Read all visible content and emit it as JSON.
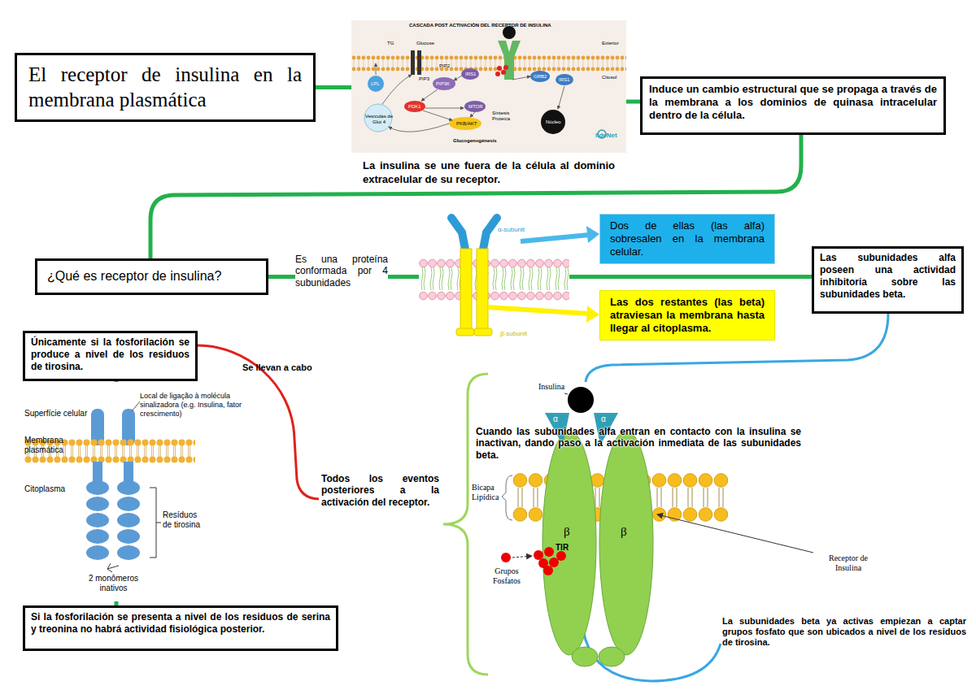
{
  "diagram": {
    "nodes": [
      {
        "text": [
          "El receptor de insulina en la membrana plasmática"
        ]
      },
      {
        "text": [
          "La insulina se une fuera de la célula al dominio extracelular de su receptor."
        ]
      },
      {
        "text": [
          "Induce un cambio estructural que se propaga a través de la membrana a los dominios de quinasa intracelular dentro de la célula."
        ]
      },
      {
        "text": [
          "¿Qué es receptor de insulina?"
        ]
      },
      {
        "text": [
          "Dos de ellas (las alfa) sobresalen en la membrana celular."
        ]
      },
      {
        "text": [
          "Las dos restantes (las beta) atraviesan la membrana hasta llegar al citoplasma."
        ]
      },
      {
        "text": [
          "Las subunidades alfa poseen una actividad inhibitoria sobre las subunidades beta."
        ]
      },
      {
        "text": [
          "Únicamente si la fosforilación se produce a nivel de los residuos de tirosina."
        ]
      },
      {
        "text": [
          "Si la fosforilación se presenta a nivel de los residuos de serina y treonina no habrá actividad fisiológica posterior."
        ]
      }
    ],
    "edges": [
      {
        "from": 0,
        "to": 1,
        "arrow": "none"
      },
      {
        "from": 1,
        "to": 2,
        "arrow": "none"
      },
      {
        "from": 2,
        "to": 3,
        "arrow": "none"
      },
      {
        "from": 3,
        "to": 6,
        "arrow": "none"
      },
      {
        "from": 7,
        "to": 8,
        "arrow": "none"
      }
    ],
    "labels": [
      "CASCADA POST ACTIVACIÓN DEL RECEPTOR DE INSULINA",
      "TG",
      "Glucose",
      "Exterior",
      "LPL",
      "PIP2",
      "PIP3",
      "PIP3K",
      "IRS1",
      "GRB2",
      "IRS1",
      "Citosol",
      "PDK1",
      "MTOR",
      "Síntesis Proteica",
      "Vesículas de Glut 4",
      "PKB/AKT",
      "Núcleo",
      "lideNet",
      "Glucogenogénesis",
      "Es una proteína conformada por 4 subunidades",
      "α-subunit",
      "β-subunit",
      "Se llevan a cabo",
      "Superfície celular",
      "Local de ligação à molécula sinalizadora (e.g. Insulina, fator crescimento)",
      "Membrana plasmática",
      "Citoplasma",
      "Resíduos de tirosina",
      "2 monômeros inativos",
      "Todos los eventos posteriores a la activación del receptor.",
      "Cuando las subunidades alfa entran en contacto con la insulina se inactivan, dando paso a la activación inmediata de las subunidades beta.",
      "Insulina",
      "α",
      "α",
      "Bicapa Lipídica",
      "β",
      "β",
      "TIR",
      "Grupos Fosfatos",
      "Receptor de Insulina",
      "La subunidades beta ya activas empiezan a captar grupos fosfato que son ubicados a nivel de los residuos de tirosina."
    ]
  }
}
